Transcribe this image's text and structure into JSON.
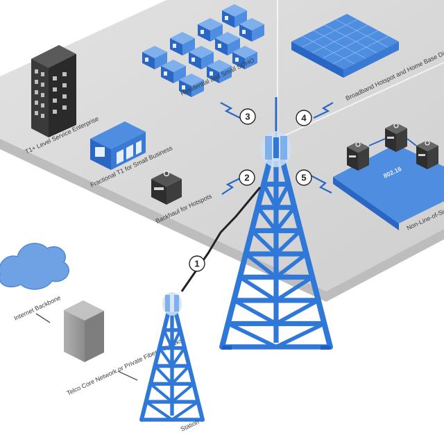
{
  "labels": {
    "enterprise": "T1+ Level Service Enterprise",
    "residential": "Residential and Small SOHO",
    "hotspot": "Broadband Hotspot and Home Base Distribution e.g. Coffee Shops",
    "small_business": "Fractional T1 for Small Business",
    "hotspots": "Backhaul for Hotspots",
    "nlos": "Non-Line-of-Sight",
    "internet": "Internet Backbone",
    "operator": "Telco Core Network or Private Fiber Networks",
    "station": "Station",
    "dsl_badge": "802.16"
  },
  "links": [
    "1",
    "2",
    "3",
    "4",
    "5"
  ],
  "colors": {
    "tower_blue": "#2f78d8",
    "tower_dark": "#1e5fbf",
    "platform_gray": "#d8d8d8",
    "platform_edge": "#c3c3c3",
    "building_dark": "#3a3a3a",
    "cloud_blue": "#6fa2e4",
    "server_gray": "#9a9a9a"
  }
}
